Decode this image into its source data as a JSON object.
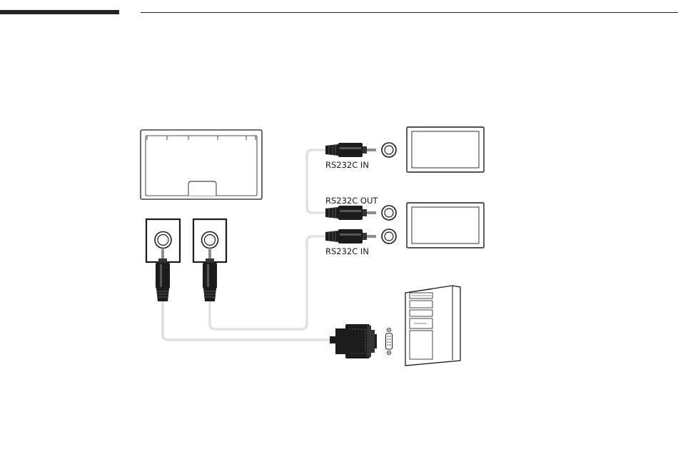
{
  "colors": {
    "stroke": "#1a1a1a",
    "cable": "#c8c8c8",
    "header_bar": "#222222",
    "plug_dark": "#1c1c1c",
    "plug_mid": "#3a3a3a"
  },
  "labels": {
    "port_in_top": "RS232C IN",
    "port_out": "RS232C OUT",
    "port_in_bottom": "RS232C IN"
  },
  "icons": {
    "source_display_rear": "monitor-rear-icon",
    "display_top": "display-icon",
    "display_bottom": "display-icon",
    "pc": "pc-tower-icon",
    "serial_plug": "db9-connector-icon",
    "stereo_plug": "stereo-jack-icon"
  }
}
